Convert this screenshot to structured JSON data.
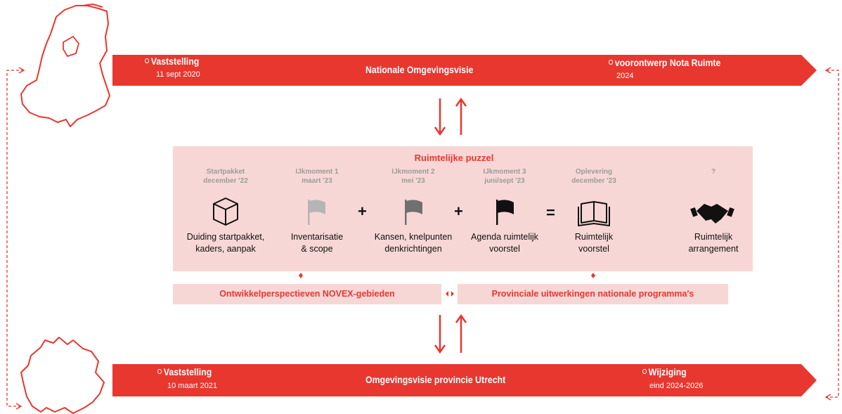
{
  "colors": {
    "red": "#e8372f",
    "pink": "#f7d7d5",
    "grey": "#9b9b9b",
    "black": "#111111"
  },
  "top_bar": {
    "title": "Nationale Omgevingsvisie",
    "left_label": "Vaststelling",
    "left_date": "11 sept 2020",
    "right_label": "voorontwerp Nota Ruimte",
    "right_date": "2024"
  },
  "bottom_bar": {
    "title": "Omgevingsvisie provincie Utrecht",
    "left_label": "Vaststelling",
    "left_date": "10 maart 2021",
    "right_label": "Wijziging",
    "right_date": "eind 2024-2026"
  },
  "puzzle": {
    "title": "Ruimtelijke puzzel",
    "stages": [
      {
        "head_1": "Startpakket",
        "head_2": "december '22",
        "icon": "box-icon",
        "label_1": "Duiding startpakket,",
        "label_2": "kaders, aanpak"
      },
      {
        "head_1": "IJkmoment 1",
        "head_2": "maart '23",
        "icon": "flag-light-icon",
        "label_1": "Inventarisatie",
        "label_2": "& scope"
      },
      {
        "head_1": "IJkmoment 2",
        "head_2": "mei '23",
        "icon": "flag-medium-icon",
        "label_1": "Kansen, knelpunten",
        "label_2": "denkrichtingen"
      },
      {
        "head_1": "IJkmoment 3",
        "head_2": "juni/sept '23",
        "icon": "flag-dark-icon",
        "label_1": "Agenda ruimtelijk",
        "label_2": "voorstel"
      },
      {
        "head_1": "Oplevering",
        "head_2": "december '23",
        "icon": "book-icon",
        "label_1": "Ruimtelijk",
        "label_2": "voorstel"
      },
      {
        "head_1": "?",
        "head_2": "",
        "icon": "handshake-icon",
        "label_1": "Ruimtelijk",
        "label_2": "arrangement"
      }
    ],
    "operators": [
      "+",
      "+",
      "="
    ],
    "left_box": "Ontwikkelperspectieven NOVEX-gebieden",
    "right_box": "Provinciale uitwerkingen nationale programma's"
  }
}
